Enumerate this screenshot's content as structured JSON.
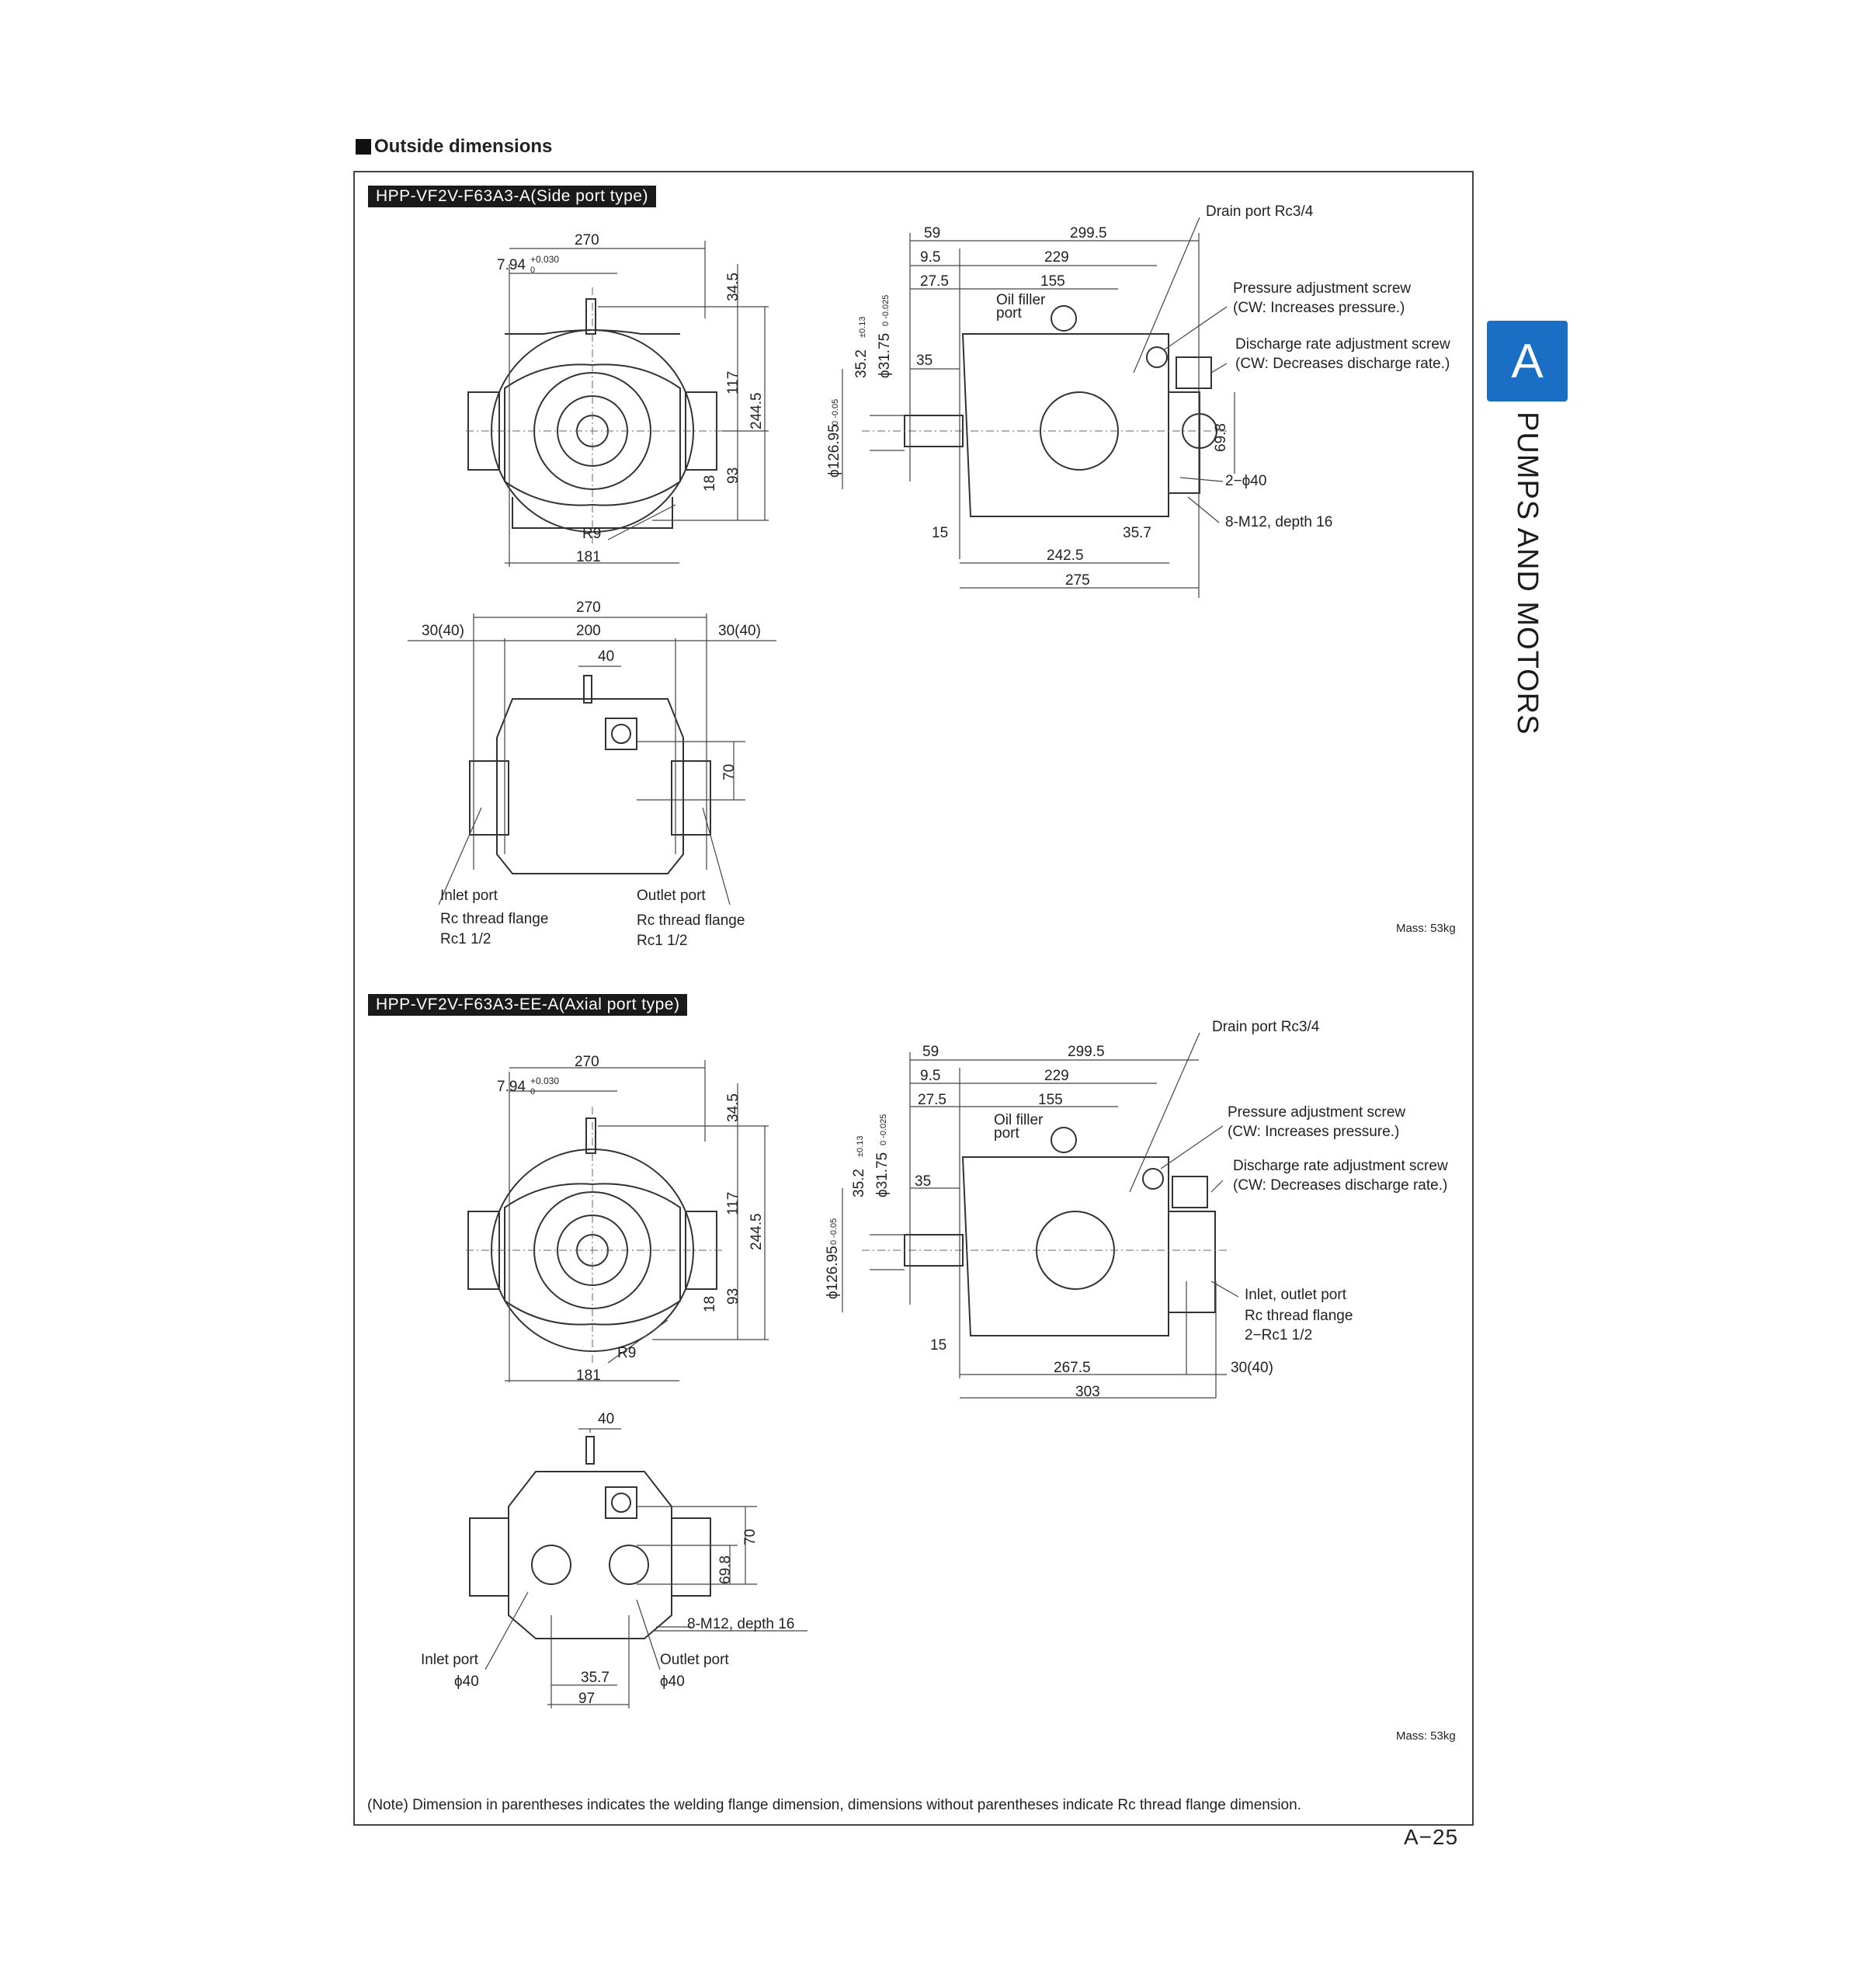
{
  "heading": "Outside dimensions",
  "side_tab": {
    "letter": "A",
    "title": "PUMPS AND MOTORS",
    "color": "#1a6fc4"
  },
  "section1": {
    "model": "HPP-VF2V-F63A3-A(Side port type)",
    "front": {
      "w270": "270",
      "key": "7.94",
      "key_tol": "+0.030",
      "key_tol0": "0",
      "d34_5": "34.5",
      "d117": "117",
      "d244_5": "244.5",
      "d18": "18",
      "d93": "93",
      "r9": "R9",
      "d181": "181"
    },
    "side": {
      "d59": "59",
      "d299_5": "299.5",
      "d9_5": "9.5",
      "d229": "229",
      "d27_5": "27.5",
      "d155": "155",
      "oil": "Oil filler",
      "oil2": "port",
      "d35_2": "35.2",
      "d35_2tol": "±0.13",
      "d31_75": "ϕ31.75",
      "d31_75tol": "0 -0.025",
      "d35": "35",
      "d126_95": "ϕ126.95",
      "d126_95tol": "0 -0.05",
      "d15": "15",
      "d35_7": "35.7",
      "d242_5": "242.5",
      "d275": "275",
      "d69_8": "69.8",
      "ports": "2−ϕ40",
      "bolts": "8-M12, depth 16"
    },
    "callouts": {
      "drain": "Drain port Rc3/4",
      "press1": "Pressure adjustment screw",
      "press2": "(CW: Increases pressure.)",
      "disc1": "Discharge rate adjustment screw",
      "disc2": "(CW: Decreases discharge rate.)"
    },
    "bottom": {
      "d270": "270",
      "d30a": "30(40)",
      "d200": "200",
      "d30b": "30(40)",
      "d40": "40",
      "d70": "70",
      "in1": "Inlet port",
      "in2": "Rc thread flange",
      "in3": "Rc1 1/2",
      "out1": "Outlet port",
      "out2": "Rc thread flange",
      "out3": "Rc1 1/2"
    },
    "mass": "Mass: 53kg"
  },
  "section2": {
    "model": "HPP-VF2V-F63A3-EE-A(Axial port type)",
    "front": {
      "w270": "270",
      "key": "7.94",
      "key_tol": "+0.030",
      "key_tol0": "0",
      "d34_5": "34.5",
      "d117": "117",
      "d244_5": "244.5",
      "d18": "18",
      "d93": "93",
      "r9": "R9",
      "d181": "181"
    },
    "side": {
      "d59": "59",
      "d299_5": "299.5",
      "d9_5": "9.5",
      "d229": "229",
      "d27_5": "27.5",
      "d155": "155",
      "oil": "Oil filler",
      "oil2": "port",
      "d35_2": "35.2",
      "d35_2tol": "±0.13",
      "d31_75": "ϕ31.75",
      "d31_75tol": "0 -0.025",
      "d35": "35",
      "d126_95": "ϕ126.95",
      "d126_95tol": "0 -0.05",
      "d15": "15",
      "d267_5": "267.5",
      "d30": "30(40)",
      "d303": "303"
    },
    "callouts": {
      "drain": "Drain port Rc3/4",
      "press1": "Pressure adjustment screw",
      "press2": "(CW: Increases pressure.)",
      "disc1": "Discharge rate adjustment screw",
      "disc2": "(CW: Decreases discharge rate.)",
      "io1": "Inlet, outlet port",
      "io2": "Rc thread flange",
      "io3": "2−Rc1 1/2"
    },
    "bottom": {
      "d40": "40",
      "d70": "70",
      "d69_8": "69.8",
      "bolts": "8-M12, depth 16",
      "in1": "Inlet port",
      "in2": "ϕ40",
      "d35_7": "35.7",
      "d97": "97",
      "out1": "Outlet port",
      "out2": "ϕ40"
    },
    "mass": "Mass: 53kg"
  },
  "note": "(Note) Dimension in parentheses indicates the welding flange dimension, dimensions without parentheses indicate Rc thread flange dimension.",
  "page_number": "A−25"
}
